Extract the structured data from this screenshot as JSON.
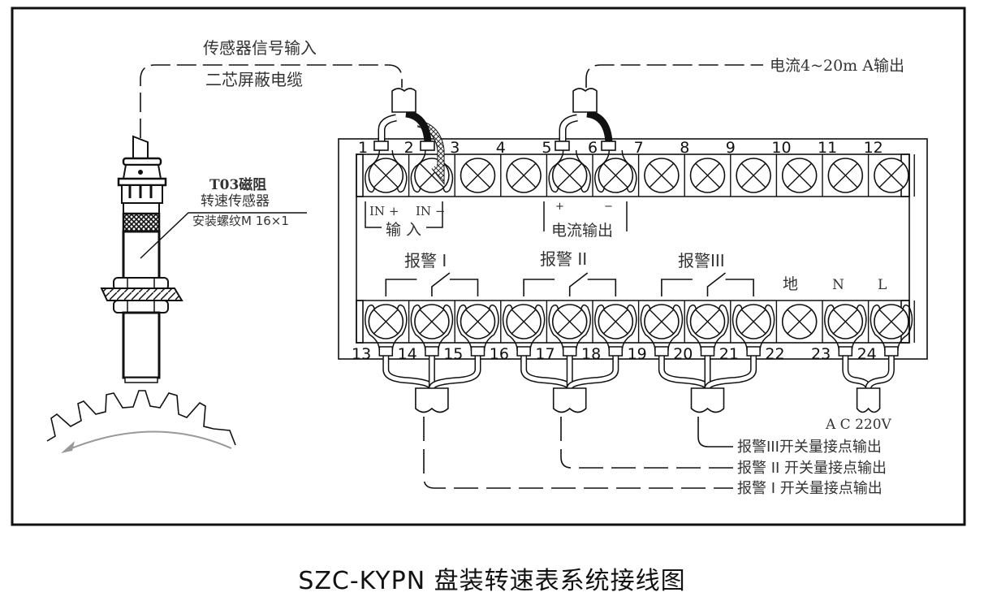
{
  "title": "SZC-KYPN 盘装转速表系统接线图",
  "colors": {
    "line": "#111111",
    "text": "#333333",
    "arrow": "#999999",
    "background": "#ffffff"
  },
  "sensor": {
    "cable_label_top": "传感器信号输入",
    "cable_label_bottom": "二芯屏蔽电缆",
    "model": "T03磁阻",
    "name": "转速传感器",
    "thread": "安装螺纹M 16×1"
  },
  "current_output": {
    "label": "电流4~20m A输出",
    "group_label": "电流输出",
    "plus": "+",
    "minus": "−"
  },
  "input": {
    "group_label": "输 入",
    "plus": "IN +",
    "minus": "IN −"
  },
  "top_terminals": [
    "1",
    "2",
    "3",
    "4",
    "5",
    "6",
    "7",
    "8",
    "9",
    "10",
    "11",
    "12"
  ],
  "bottom_terminals": [
    "13",
    "14",
    "15",
    "16",
    "17",
    "18",
    "19",
    "20",
    "21",
    "22",
    "23",
    "24"
  ],
  "alarms": [
    {
      "label": "报警 I",
      "output": "报警 I 开关量接点输出"
    },
    {
      "label": "报警 II",
      "output": "报警 II 开关量接点输出"
    },
    {
      "label": "报警III",
      "output": "报警III开关量接点输出"
    }
  ],
  "power": {
    "ground": "地",
    "neutral": "N",
    "live": "L",
    "supply": "A C 220V"
  }
}
